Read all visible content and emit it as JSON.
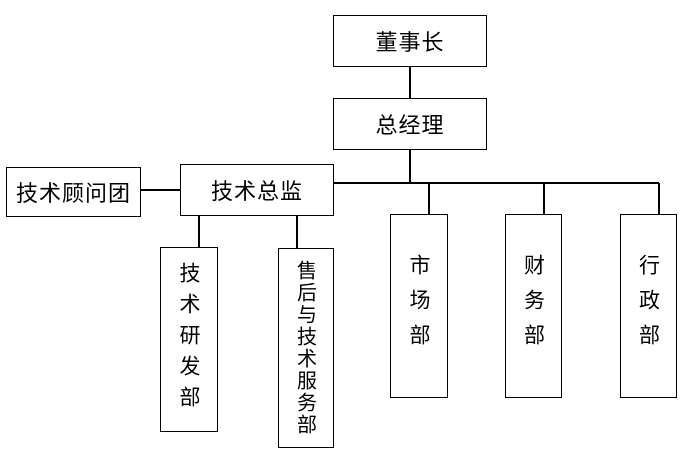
{
  "org_chart": {
    "chairman": "董事长",
    "general_manager": "总经理",
    "technical_advisory_group": "技术顾问团",
    "technical_director": "技术总监",
    "tech_rd_dept": "技术研发部",
    "presales_tech_service_dept": "售后与技术服务部",
    "market_dept": "市场部",
    "finance_dept": "财务部",
    "admin_dept": "行政部"
  }
}
